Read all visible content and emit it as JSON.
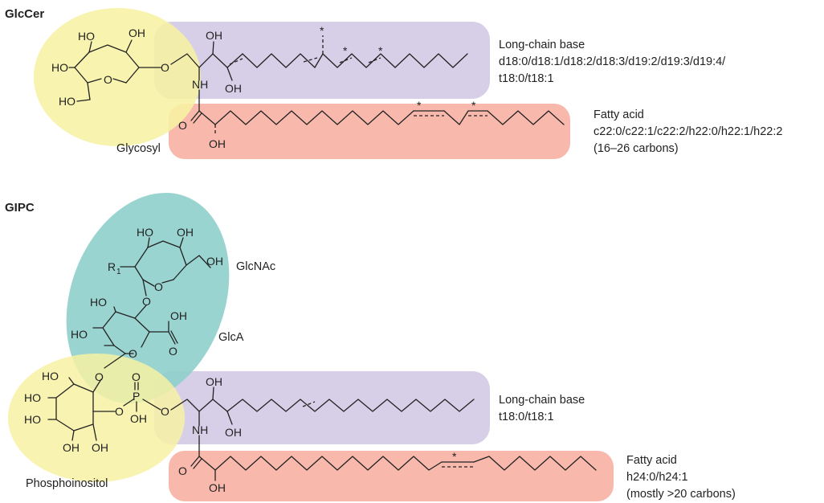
{
  "colors": {
    "glycosyl": "#f7f1a3",
    "long_chain_base": "#d7cfe7",
    "fatty_acid": "#f8b9ac",
    "glcnac_glca": "#8fcfcb",
    "ink": "#222222"
  },
  "glccer": {
    "title": "GlcCer",
    "glycosyl_label": "Glycosyl",
    "long_chain_base": {
      "label": "Long-chain base",
      "variants_line1": "d18:0/d18:1/d18:2/d18:3/d19:2/d19:3/d19:4/",
      "variants_line2": "t18:0/t18:1"
    },
    "fatty_acid": {
      "label": "Fatty acid",
      "variants": "c22:0/c22:1/c22:2/h22:0/h22:1/h22:2",
      "note": "(16–26 carbons)"
    },
    "atoms": {
      "ho1": "HO",
      "oh1": "OH",
      "ho2": "HO",
      "ho3": "HO",
      "o_ring": "O",
      "o_link": "O",
      "oh_base1": "OH",
      "oh_base2": "OH",
      "nh": "NH",
      "o_amide": "O",
      "oh_fa": "OH"
    }
  },
  "gipc": {
    "title": "GIPC",
    "glcnac_label": "GlcNAc",
    "glca_label": "GlcA",
    "phosphoinositol_label": "Phosphoinositol",
    "long_chain_base": {
      "label": "Long-chain base",
      "variants": "t18:0/t18:1"
    },
    "fatty_acid": {
      "label": "Fatty acid",
      "variants": "h24:0/h24:1",
      "note": "(mostly >20 carbons)"
    },
    "atoms": {
      "glcnac_ho": "HO",
      "glcnac_oh": "OH",
      "r": "R",
      "r_sub": "1",
      "glcnac_o_ring": "O",
      "glcnac_oh_ch2": "OH",
      "glyco_o1": "O",
      "glca_ho1": "HO",
      "glca_ho2": "HO",
      "glca_oh_acid": "OH",
      "glca_o_ring": "O",
      "glca_o_carbonyl": "O",
      "glyco_o2": "O",
      "ino_ho1": "HO",
      "ino_ho2": "HO",
      "ino_ho3": "HO",
      "ino_oh1": "OH",
      "ino_oh2": "OH",
      "o_ester": "O",
      "p": "P",
      "p_o_top": "O",
      "p_oh": "OH",
      "o_link": "O",
      "oh_base1": "OH",
      "oh_base2": "OH",
      "nh": "NH",
      "o_amide": "O",
      "oh_fa": "OH"
    }
  },
  "star": "*"
}
